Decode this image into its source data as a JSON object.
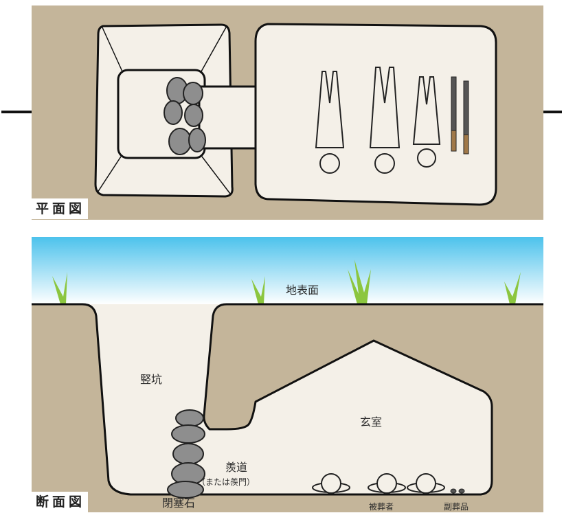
{
  "plan_view": {
    "label": "平面図"
  },
  "section_view": {
    "label": "断面図",
    "labels": {
      "ground_surface": "地表面",
      "vertical_shaft": "竪坑",
      "burial_chamber": "玄室",
      "passage": "羨道",
      "passage_alt": "（または羨門）",
      "closing_stones": "閉塞石",
      "buried_persons": "被葬者",
      "grave_goods": "副葬品"
    }
  },
  "colors": {
    "soil": "#c4b59a",
    "chamber_fill": "#f4f0e8",
    "outline": "#111111",
    "sky_top": "#4cc2ec",
    "sky_bottom": "#ffffff",
    "grass": "#8cc63f",
    "stone": "#8e8e8e",
    "sword_brown": "#a07848"
  }
}
